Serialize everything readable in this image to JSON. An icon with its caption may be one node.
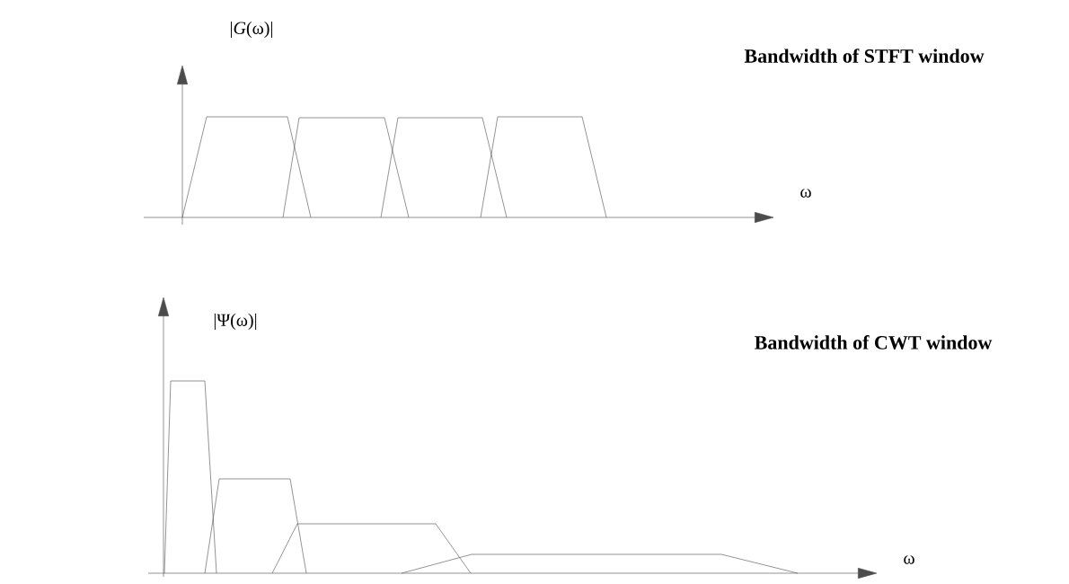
{
  "diagram": {
    "labels": [
      "|*G*(ω)|",
      "Bandwidth of STFT window",
      "ω",
      "|Ψ(ω)|",
      "Bandwidth of CWT window",
      "ω"
    ]
  }
}
